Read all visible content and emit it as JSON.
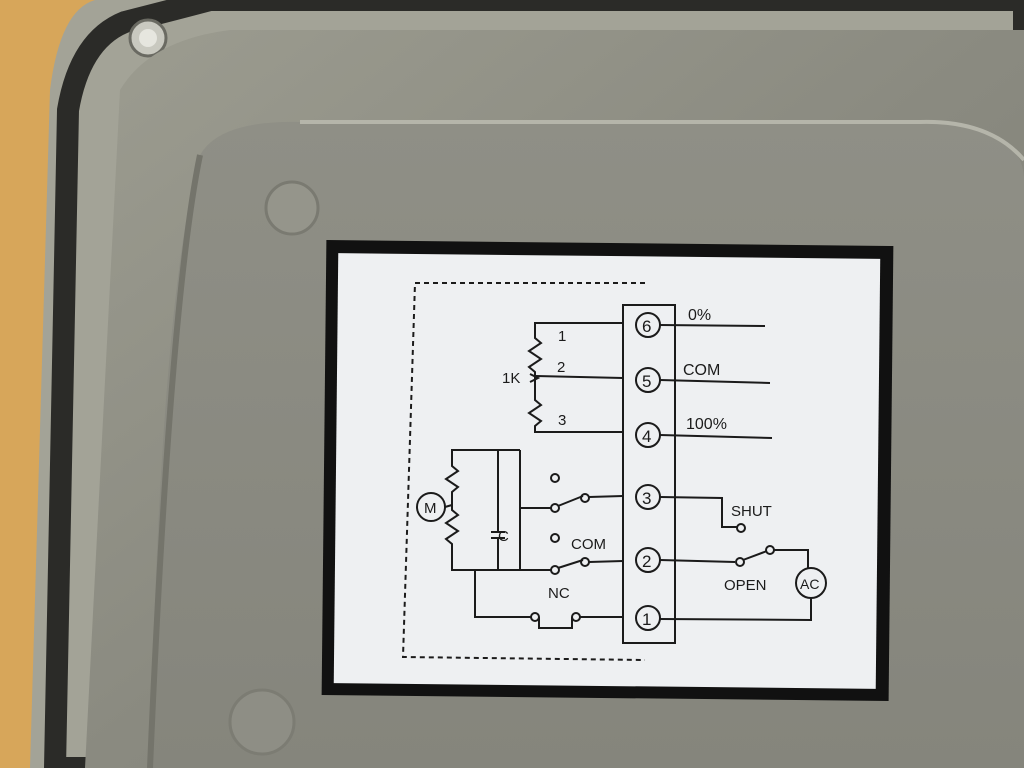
{
  "diagram": {
    "terminals": [
      "6",
      "5",
      "4",
      "3",
      "2",
      "1"
    ],
    "outputs": [
      "0%",
      "COM",
      "100%"
    ],
    "pot_label": "1K",
    "pot_taps": [
      "1",
      "2",
      "3"
    ],
    "motor_label": "M",
    "capacitor_label": "C",
    "switch_com_label": "COM",
    "switch_nc_label": "NC",
    "shut_label": "SHUT",
    "open_label": "OPEN",
    "ac_label": "AC"
  }
}
